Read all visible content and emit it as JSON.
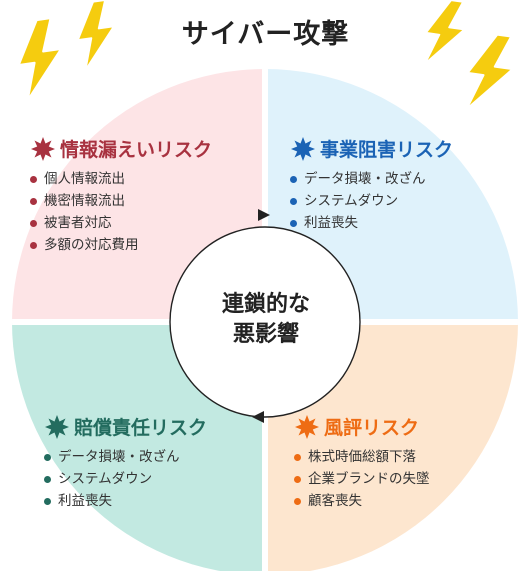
{
  "title": "サイバー攻撃",
  "center": {
    "line1": "連鎖的な",
    "line2": "悪影響"
  },
  "colors": {
    "leak_bg": "#fde4e6",
    "biz_bg": "#dff2fb",
    "comp_bg": "#c2e9e1",
    "rep_bg": "#fde6cf",
    "leak_accent": "#a83240",
    "biz_accent": "#1b63b5",
    "comp_accent": "#236c5f",
    "rep_accent": "#ee6c14",
    "lightning": "#f5cc0f"
  },
  "quadrants": {
    "leak": {
      "title": "情報漏えいリスク",
      "items": [
        "個人情報流出",
        "機密情報流出",
        "被害者対応",
        "多額の対応費用"
      ]
    },
    "business": {
      "title": "事業阻害リスク",
      "items": [
        "データ損壊・改ざん",
        "システムダウン",
        "利益喪失"
      ]
    },
    "compensation": {
      "title": "賠償責任リスク",
      "items": [
        "データ損壊・改ざん",
        "システムダウン",
        "利益喪失"
      ]
    },
    "reputation": {
      "title": "風評リスク",
      "items": [
        "株式時価総額下落",
        "企業ブランドの失墜",
        "顧客喪失"
      ]
    }
  }
}
